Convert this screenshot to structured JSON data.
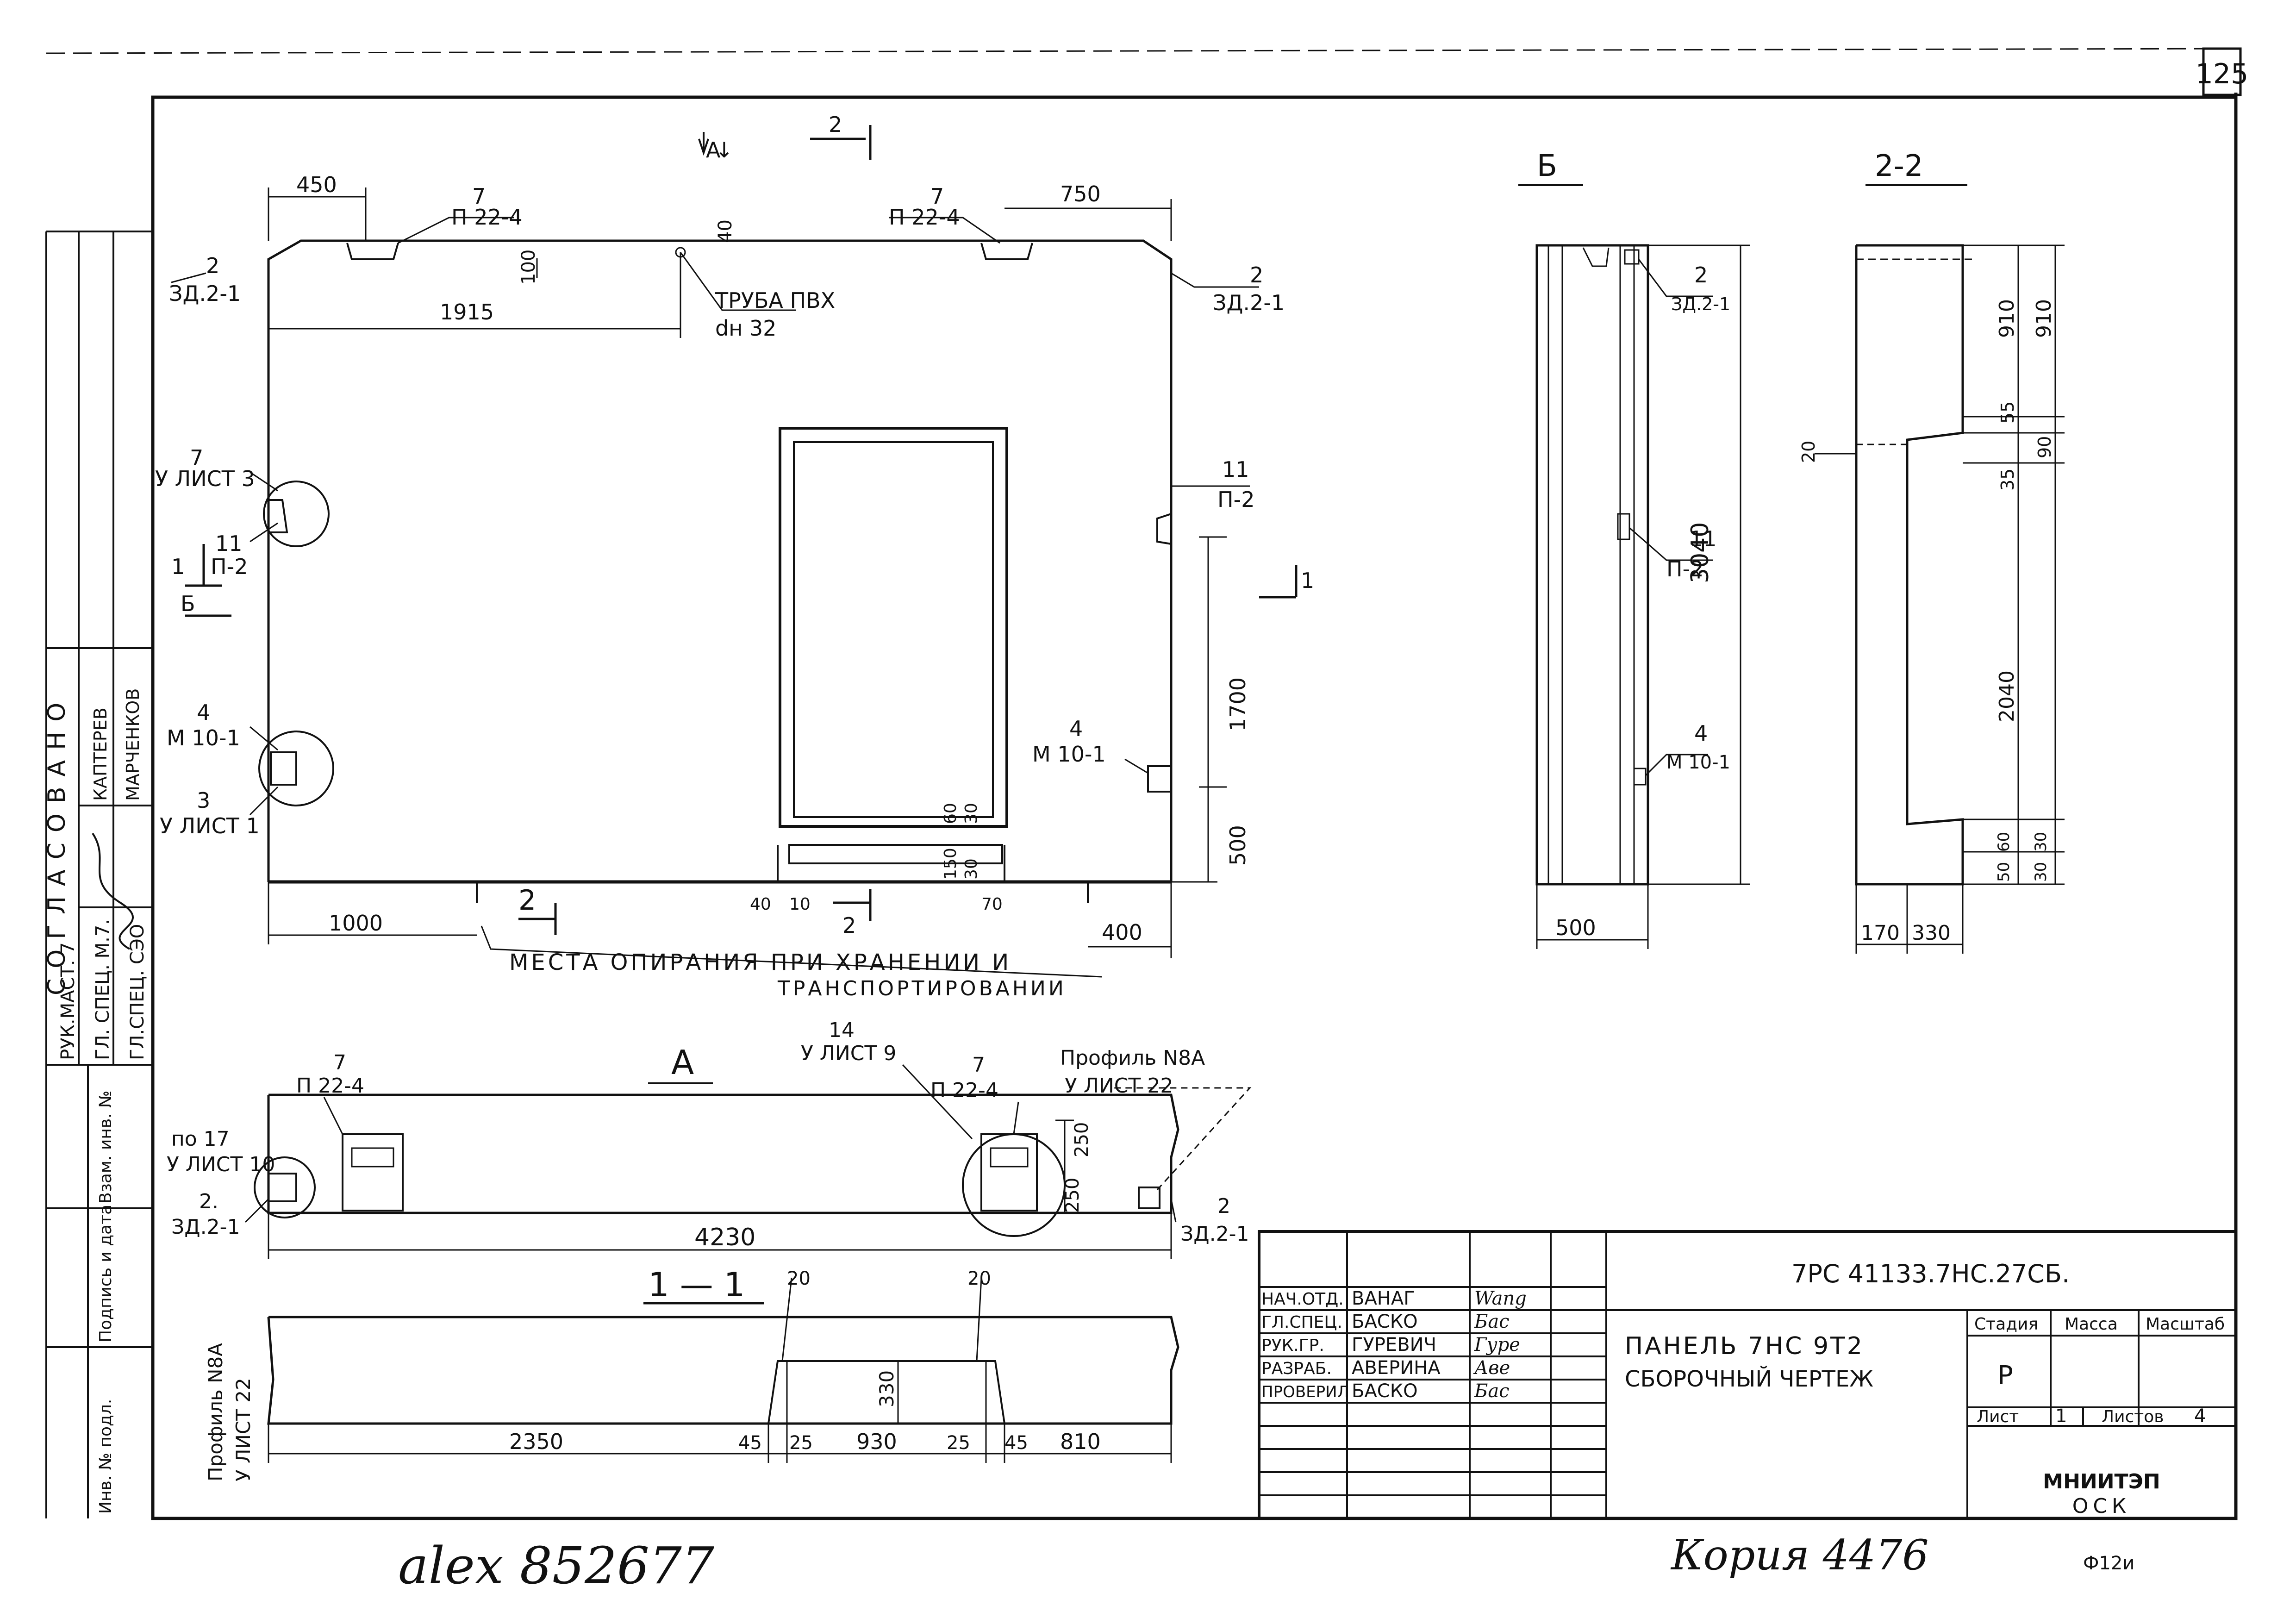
{
  "sheet": {
    "page_number": "125",
    "bottom_note_left": "alex 852677",
    "bottom_note_right": "Кория 4476",
    "form_code": "Ф12и"
  },
  "left_strip": {
    "approved": "СОГЛАСОВАНО",
    "roles": [
      "РУК.МАСТ. 7",
      "ГЛ. СПЕЦ. М.7.",
      "ГЛ.СПЕЦ. СЭО"
    ],
    "names": [
      "КАПТЕРЕВ",
      "МАРЧЕНКОВ"
    ],
    "fields": [
      "Взам. инв. №",
      "Подпись и дата",
      "Инв. № подл."
    ]
  },
  "front_view": {
    "marker_a": "А",
    "marker_a_arrow": "↓",
    "section_mark": "2",
    "dims": {
      "top_left": "450",
      "top_right": "750",
      "pipe_offset": "1915",
      "v40": "40",
      "v100": "100",
      "bottom_left": "1000",
      "bottom_right": "400",
      "right_500": "500",
      "right_1700": "1700",
      "d60": "60",
      "d30": "30",
      "d150": "150",
      "d30b": "30",
      "d40": "40",
      "d10": "10",
      "d70": "70"
    },
    "callouts": {
      "p22_left_num": "7",
      "p22_left_ref": "П 22-4",
      "p22_right_num": "7",
      "p22_right_ref": "П 22-4",
      "zd_left_num": "2",
      "zd_left_ref": "ЗД.2-1",
      "zd_right_num": "2",
      "zd_right_ref": "ЗД.2-1",
      "pipe_label": "ТРУБА ПВХ",
      "pipe_size": "dн 32",
      "list3_num": "7",
      "list3_ref": "У ЛИСТ 3",
      "p2_left_num": "11",
      "p2_left_ref": "П-2",
      "p2_right_num": "11",
      "p2_right_ref": "П-2",
      "m10_left_num": "4",
      "m10_left_ref": "М 10-1",
      "list1_num": "3",
      "list1_ref": "У ЛИСТ 1",
      "m10_right_num": "4",
      "m10_right_ref": "М 10-1",
      "section_1": "1",
      "section_1_right": "1",
      "view_b": "Б",
      "section_2_bottom": "2",
      "section_2_mid": "2"
    },
    "support_note_line1": "МЕСТА ОПИРАНИЯ ПРИ ХРАНЕНИИ И",
    "support_note_line2": "ТРАНСПОРТИРОВАНИИ"
  },
  "view_b": {
    "title": "Б",
    "dim_height": "3040",
    "dim_width": "500",
    "c_zd_num": "2",
    "c_zd_ref": "ЗД.2-1",
    "c_p2_num": "11",
    "c_p2_ref": "П-2",
    "c_m10_num": "4",
    "c_m10_ref": "М 10-1"
  },
  "section_2_2": {
    "title": "2-2",
    "dims_inner": [
      "910",
      "55",
      "35",
      "2040",
      "50",
      "60"
    ],
    "dims_outer": [
      "910",
      "90",
      "30",
      "30"
    ],
    "left_20": "20",
    "bottom_170": "170",
    "bottom_330": "330"
  },
  "view_a": {
    "title": "А",
    "c_p22_left_num": "7",
    "c_p22_left_ref": "П 22-4",
    "c_list9_num": "14",
    "c_list9_ref": "У ЛИСТ 9",
    "c_p22_right_num": "7",
    "c_p22_right_ref": "П 22-4",
    "c_profile": "Профиль N8А",
    "c_profile_ref": "У ЛИСТ 22",
    "c_list10_num": "по 17",
    "c_list10_ref": "У ЛИСТ 10",
    "c_zd_left_num": "2.",
    "c_zd_left_ref": "ЗД.2-1",
    "c_zd_right_num": "2",
    "c_zd_right_ref": "ЗД.2-1",
    "dim_250a": "250",
    "dim_250b": "250",
    "dim_length": "4230"
  },
  "section_1_1": {
    "title": "1 — 1",
    "profile_line1": "Профиль N8А",
    "profile_line2": "У ЛИСТ 22",
    "dims": [
      "2350",
      "45",
      "25",
      "930",
      "25",
      "45",
      "810"
    ],
    "top_20a": "20",
    "top_20b": "20",
    "height_330": "330"
  },
  "title_block": {
    "doc_code": "7РС 41133.7НС.27СБ.",
    "roles": [
      "НАЧ.ОТД.",
      "ГЛ.СПЕЦ.",
      "РУК.ГР.",
      "РАЗРАБ.",
      "ПРОВЕРИЛ"
    ],
    "names": [
      "ВАНАГ",
      "БАСКО",
      "ГУРЕВИЧ",
      "АВЕРИНА",
      "БАСКО"
    ],
    "signatures": [
      "Wang",
      "Бас",
      "Гуре",
      "Аве",
      "Бас"
    ],
    "title_line1": "ПАНЕЛЬ 7НС 9Т2",
    "title_line2": "СБОРОЧНЫЙ ЧЕРТЕЖ",
    "stage_label": "Стадия",
    "mass_label": "Масса",
    "scale_label": "Масштаб",
    "stage_value": "Р",
    "sheet_label": "Лист",
    "sheet_value": "1",
    "sheets_label": "Листов",
    "sheets_value": "4",
    "org_line1": "МНИИТЭП",
    "org_line2": "ОСК"
  }
}
